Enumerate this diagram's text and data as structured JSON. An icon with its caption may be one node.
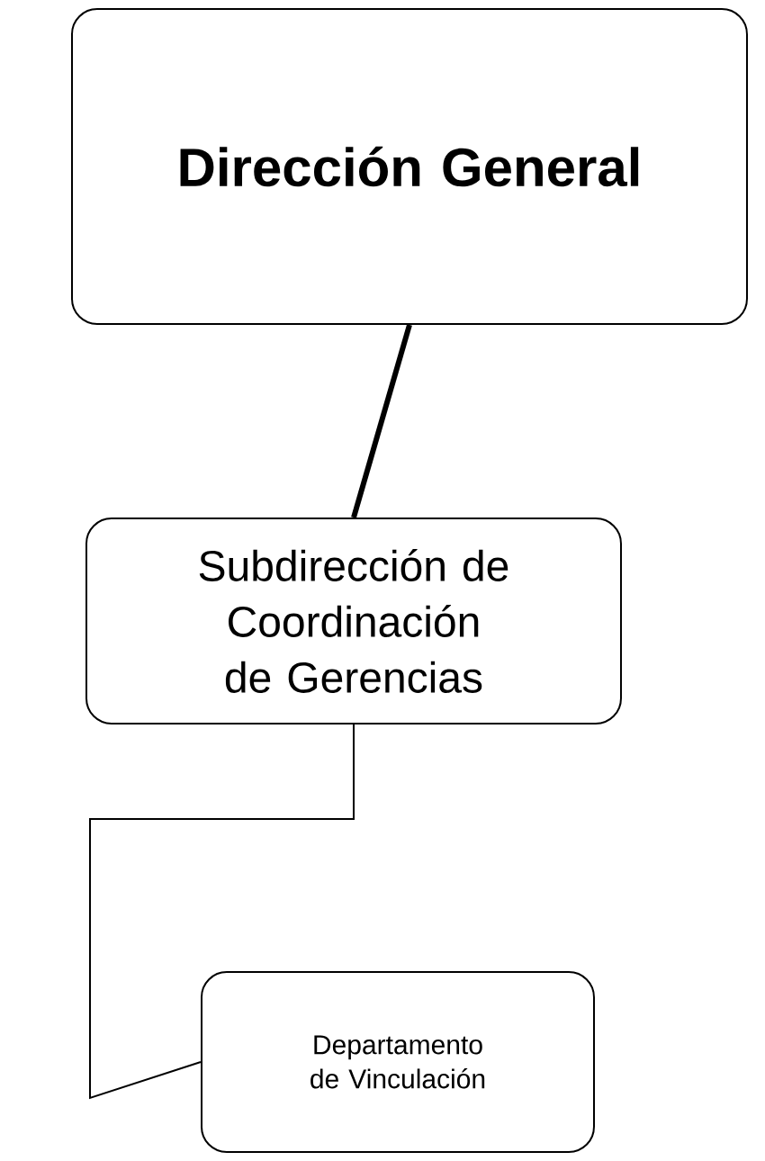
{
  "diagram": {
    "nodes": [
      {
        "text": [
          "Dirección General"
        ]
      },
      {
        "text": [
          "Subdirección de Coordinación de Gerencias"
        ]
      },
      {
        "text": [
          "Departamento de Vinculación"
        ]
      }
    ],
    "edges": [
      {
        "from": 0,
        "to": 1,
        "arrow": "none",
        "style": "thick"
      },
      {
        "from": 1,
        "to": 2,
        "arrow": "none"
      }
    ]
  }
}
